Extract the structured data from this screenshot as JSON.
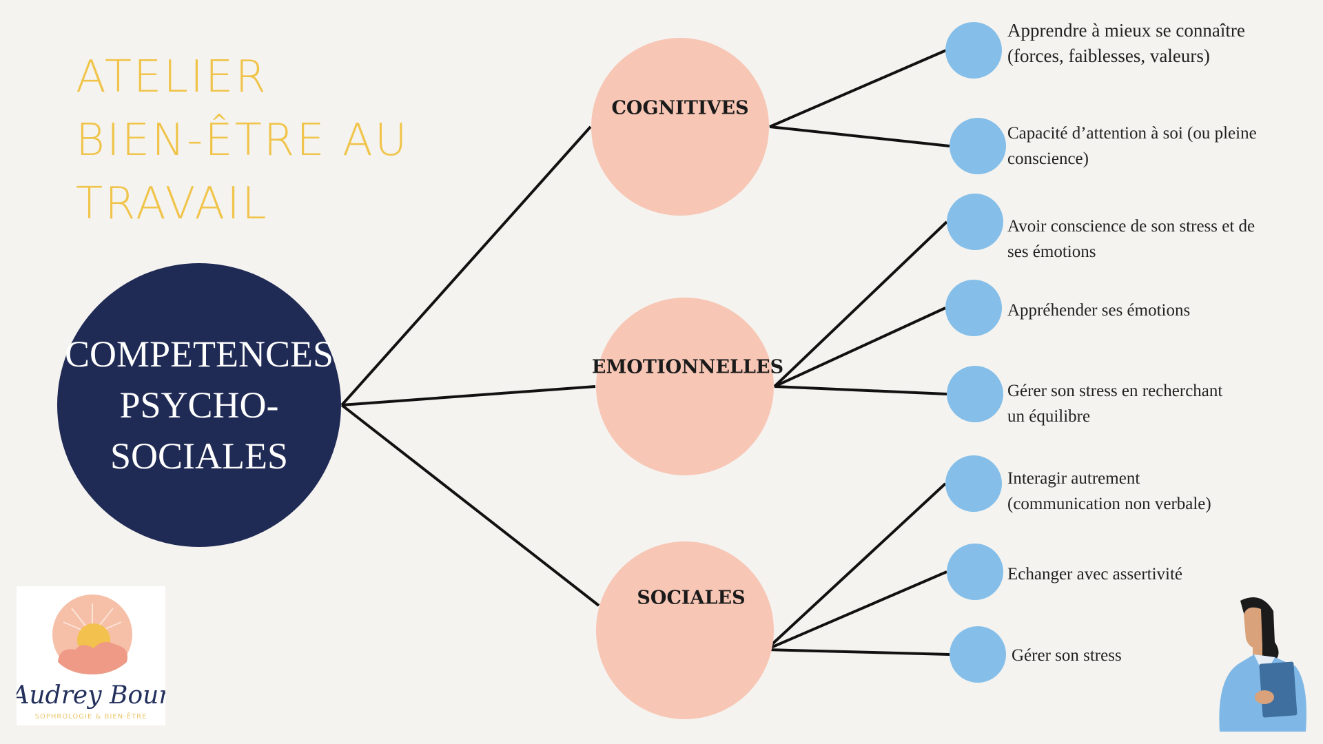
{
  "title": [
    "ATELIER",
    "BIEN-ÊTRE AU",
    "TRAVAIL"
  ],
  "center": {
    "lines": [
      "COMPETENCES",
      "PSYCHO-",
      "SOCIALES"
    ]
  },
  "categories": [
    {
      "label": "COGNITIVES",
      "items": [
        [
          "Apprendre à mieux se connaître",
          "(forces, faiblesses, valeurs)"
        ],
        [
          "Capacité d’attention à soi (ou pleine",
          "conscience)"
        ]
      ]
    },
    {
      "label": "EMOTIONNELLES",
      "items": [
        [
          "Avoir conscience de son stress et de",
          "ses émotions"
        ],
        [
          "Appréhender ses émotions"
        ],
        [
          "Gérer son stress en recherchant",
          "un équilibre"
        ]
      ]
    },
    {
      "label": "SOCIALES",
      "items": [
        [
          "Interagir autrement",
          "(communication non verbale)"
        ],
        [
          "Echanger avec assertivité"
        ],
        [
          "Gérer son stress"
        ]
      ]
    }
  ],
  "logo": {
    "name": "Audrey Bour",
    "tagline": "SOPHROLOGIE & BIEN-ÊTRE"
  },
  "colors": {
    "background": "#f5f3ef",
    "title": "#f0c44a",
    "center": "#1f2a55",
    "category": "#f7c6b5",
    "leaf": "#85bfe9"
  }
}
